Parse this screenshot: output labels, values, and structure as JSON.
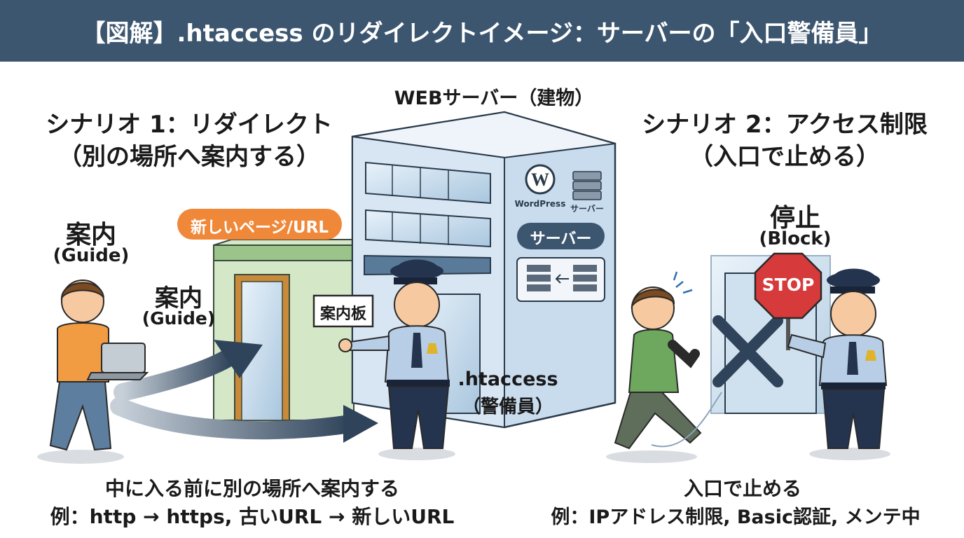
{
  "title": "【図解】.htaccess のリダイレクトイメージ：サーバーの「入口警備員」",
  "server_label": "WEBサーバー（建物）",
  "scenario1": {
    "title": "シナリオ 1：リダイレクト",
    "subtitle": "（別の場所へ案内する）",
    "guide1_jp": "案内",
    "guide1_en": "(Guide)",
    "guide2_jp": "案内",
    "guide2_en": "(Guide)",
    "new_page_badge": "新しいページ/URL",
    "sign_text": "案内板",
    "htaccess_label": ".htaccess",
    "guard_label": "（警備員）",
    "caption_line1": "中に入る前に別の場所へ案内する",
    "caption_line2": "例：http → https, 古いURL → 新しいURL"
  },
  "building": {
    "wordpress_label": "WordPress",
    "server_icon_label": "サーバー",
    "server_panel_label": "サーバー"
  },
  "scenario2": {
    "title": "シナリオ 2：アクセス制限",
    "subtitle": "（入口で止める）",
    "stop_jp": "停止",
    "stop_en": "(Block)",
    "stop_sign": "STOP",
    "caption_line1": "入口で止める",
    "caption_line2": "例：IPアドレス制限, Basic認証, メンテ中"
  },
  "colors": {
    "header_bg": "#3d5670",
    "badge_orange": "#f0883a",
    "building_blue": "#c9dcee",
    "guard_navy": "#24344f",
    "stop_red": "#d63a3a"
  }
}
